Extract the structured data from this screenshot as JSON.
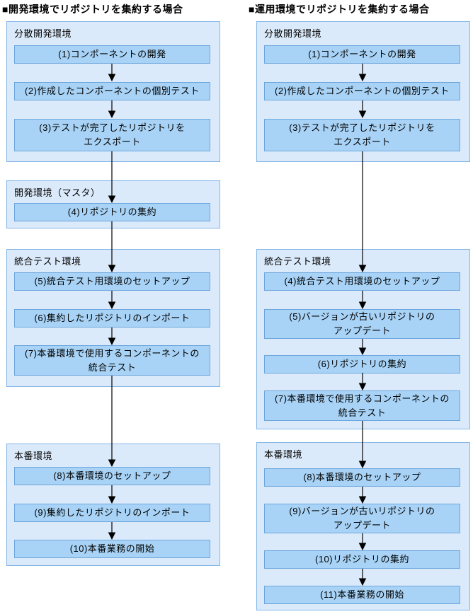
{
  "colors": {
    "container_fill": "#dbeafa",
    "container_border": "#82b5e6",
    "box_fill": "#a8d3f6",
    "box_border": "#6ca6dd",
    "arrow": "#000000",
    "text": "#000000"
  },
  "left": {
    "title": "■開発環境でリポジトリを集約する場合",
    "sections": [
      {
        "label": "分散開発環境",
        "boxes": [
          "(1)コンポーネントの開発",
          "(2)作成したコンポーネントの個別テスト",
          "(3)テストが完了したリポジトリを\nエクスポート"
        ]
      },
      {
        "label": "開発環境（マスタ）",
        "boxes": [
          "(4)リポジトリの集約"
        ]
      },
      {
        "label": "統合テスト環境",
        "boxes": [
          "(5)統合テスト用環境のセットアップ",
          "(6)集約したリポジトリのインポート",
          "(7)本番環境で使用するコンポーネントの\n統合テスト"
        ]
      },
      {
        "label": "本番環境",
        "boxes": [
          "(8)本番環境のセットアップ",
          "(9)集約したリポジトリのインポート",
          "(10)本番業務の開始"
        ]
      }
    ]
  },
  "right": {
    "title": "■運用環境でリポジトリを集約する場合",
    "sections": [
      {
        "label": "分散開発環境",
        "boxes": [
          "(1)コンポーネントの開発",
          "(2)作成したコンポーネントの個別テスト",
          "(3)テストが完了したリポジトリを\nエクスポート"
        ]
      },
      {
        "label": "統合テスト環境",
        "boxes": [
          "(4)統合テスト用環境のセットアップ",
          "(5)バージョンが古いリポジトリの\nアップデート",
          "(6)リポジトリの集約",
          "(7)本番環境で使用するコンポーネントの\n統合テスト"
        ]
      },
      {
        "label": "本番環境",
        "boxes": [
          "(8)本番環境のセットアップ",
          "(9)バージョンが古いリポジトリの\nアップデート",
          "(10)リポジトリの集約",
          "(11)本番業務の開始"
        ]
      }
    ]
  }
}
